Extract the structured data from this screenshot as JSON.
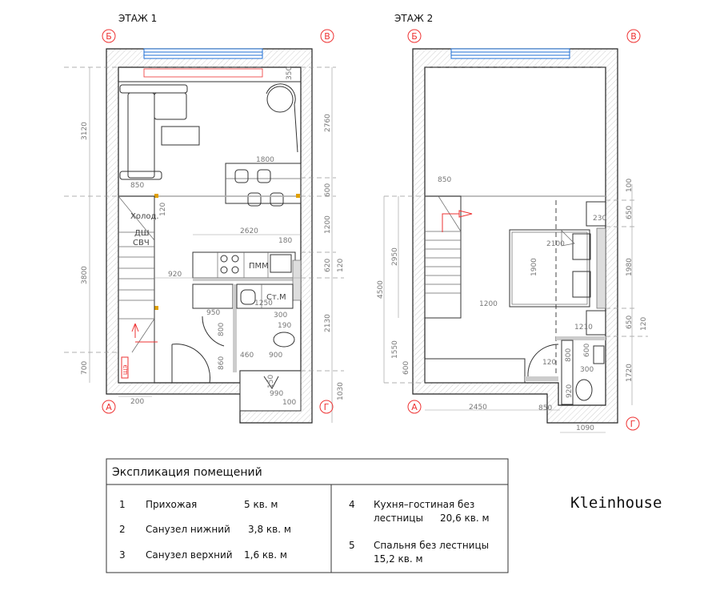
{
  "floors": [
    {
      "title": "ЭТАЖ 1",
      "axes": [
        "Б",
        "В",
        "А",
        "Г"
      ],
      "room_labels": [
        "Холод.",
        "ДШ",
        "СВЧ",
        "ПММ",
        "Ст.М",
        "ЩЭ"
      ],
      "dims": [
        "3120",
        "3800",
        "700",
        "2760",
        "600",
        "1200",
        "620",
        "120",
        "2130",
        "1030",
        "350",
        "850",
        "1800",
        "120",
        "2620",
        "180",
        "920",
        "950",
        "1250",
        "300",
        "190",
        "800",
        "860",
        "460",
        "900",
        "150",
        "990",
        "100",
        "200"
      ]
    },
    {
      "title": "ЭТАЖ 2",
      "axes": [
        "Б",
        "В",
        "А",
        "Г"
      ],
      "dims": [
        "850",
        "100",
        "650",
        "230",
        "2100",
        "1900",
        "1980",
        "2950",
        "4500",
        "1200",
        "650",
        "120",
        "1210",
        "1550",
        "600",
        "120",
        "800",
        "600",
        "300",
        "920",
        "1720",
        "2450",
        "850",
        "1090"
      ]
    }
  ],
  "legend": {
    "title": "Экспликация помещений",
    "rooms": [
      {
        "num": "1",
        "name": "Прихожая",
        "area": "5 кв. м"
      },
      {
        "num": "2",
        "name": "Санузел нижний",
        "area": "3,8 кв. м"
      },
      {
        "num": "3",
        "name": "Санузел верхний",
        "area": "1,6 кв. м"
      },
      {
        "num": "4",
        "name": "Кухня–гостиная без",
        "name2": "лестницы",
        "area": "20,6 кв. м"
      },
      {
        "num": "5",
        "name": "Спальня без лестницы",
        "name2": "",
        "area": "15,2 кв. м"
      }
    ]
  },
  "brand": "Kleinhouse",
  "colors": {
    "axis": "#e33333",
    "window": "#1f6fd6",
    "marker": "#e0a000"
  }
}
